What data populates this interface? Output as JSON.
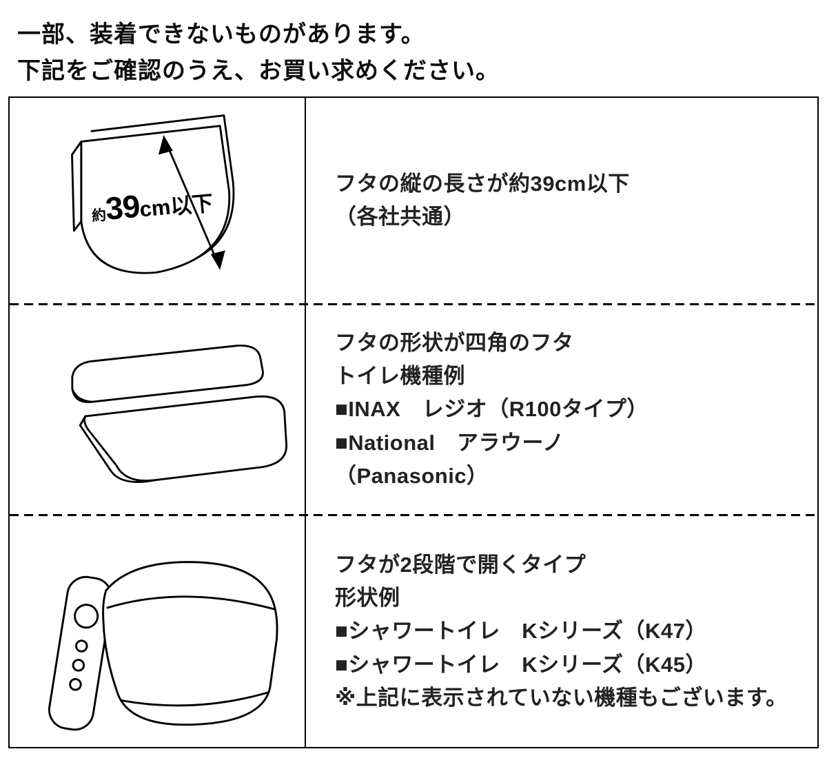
{
  "page": {
    "background": "#ffffff",
    "border_color": "#000000",
    "text_color": "#222222"
  },
  "header": {
    "line1": "一部、装着できないものがあります。",
    "line2": "下記をご確認のうえ、お買い求めください。"
  },
  "table": {
    "rows": [
      {
        "illustration": "toilet-lid-with-measurement-arrow",
        "measurement": {
          "prefix": "約",
          "value": "39",
          "suffix": "cm以下"
        },
        "lines": [
          "フタの縦の長さが約39cm以下",
          "（各社共通）"
        ]
      },
      {
        "illustration": "square-shaped-toilet-lid",
        "lines": [
          "フタの形状が四角のフタ",
          "トイレ機種例",
          "■INAX　レジオ（R100タイプ）",
          "■National　アラウーノ",
          "（Panasonic）"
        ]
      },
      {
        "illustration": "two-stage-opening-toilet-lid-with-control-panel",
        "lines": [
          "フタが2段階で開くタイプ",
          "形状例",
          "■シャワートイレ　Kシリーズ（K47）",
          "■シャワートイレ　Kシリーズ（K45）",
          "※上記に表示されていない機種もございます。"
        ]
      }
    ]
  }
}
